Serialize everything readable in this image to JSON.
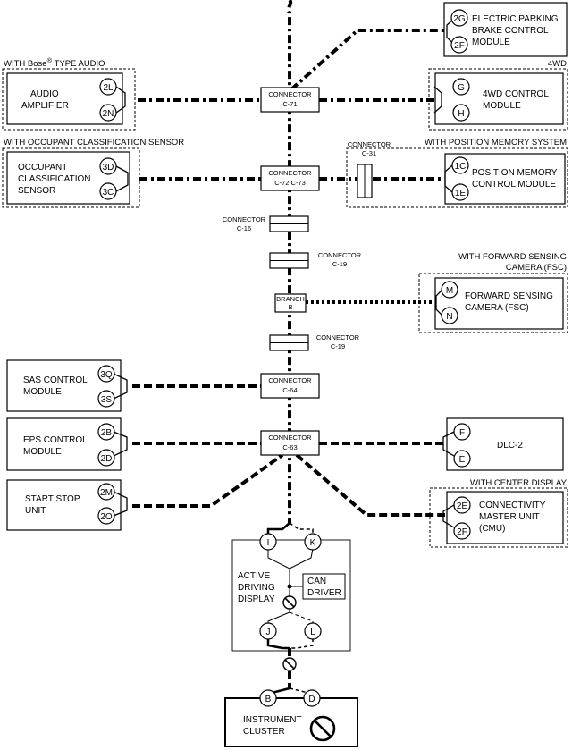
{
  "groups": {
    "bose": "WITH Bose",
    "bose_reg": "®",
    "bose_tail": " TYPE AUDIO",
    "fourwd": "4WD",
    "occupant": "WITH OCCUPANT CLASSIFICATION SENSOR",
    "position": "WITH POSITION MEMORY SYSTEM",
    "fsc1": "WITH FORWARD SENSING",
    "fsc2": "CAMERA (FSC)",
    "center": "WITH CENTER DISPLAY"
  },
  "modules": {
    "epb": [
      "ELECTRIC PARKING",
      "BRAKE CONTROL",
      "MODULE"
    ],
    "audio": [
      "AUDIO",
      "AMPLIFIER"
    ],
    "fourwd": [
      "4WD CONTROL",
      "MODULE"
    ],
    "occupant": [
      "OCCUPANT",
      "CLASSIFICATION",
      "SENSOR"
    ],
    "position": [
      "POSITION MEMORY",
      "CONTROL MODULE"
    ],
    "fsc": [
      "FORWARD SENSING",
      "CAMERA (FSC)"
    ],
    "sas": [
      "SAS CONTROL",
      "MODULE"
    ],
    "eps": [
      "EPS CONTROL",
      "MODULE"
    ],
    "dlc": [
      "DLC-2"
    ],
    "start": [
      "START STOP",
      "UNIT"
    ],
    "cmu": [
      "CONNECTIVITY",
      "MASTER UNIT",
      "(CMU)"
    ],
    "add": [
      "ACTIVE",
      "DRIVING",
      "DISPLAY"
    ],
    "can": [
      "CAN",
      "DRIVER"
    ],
    "cluster": [
      "INSTRUMENT",
      "CLUSTER"
    ]
  },
  "pins": {
    "epb": [
      "2G",
      "2F"
    ],
    "audio": [
      "2L",
      "2N"
    ],
    "fourwd": [
      "G",
      "H"
    ],
    "occupant": [
      "3D",
      "3C"
    ],
    "position": [
      "1C",
      "1E"
    ],
    "fsc": [
      "M",
      "N"
    ],
    "sas": [
      "3Q",
      "3S"
    ],
    "eps": [
      "2B",
      "2D"
    ],
    "dlc": [
      "F",
      "E"
    ],
    "start": [
      "2M",
      "2O"
    ],
    "cmu": [
      "2E",
      "2F"
    ],
    "add_top": [
      "I",
      "K"
    ],
    "add_bottom": [
      "J",
      "L"
    ],
    "cluster": [
      "B",
      "D"
    ]
  },
  "connectors": {
    "c71": [
      "CONNECTOR",
      "C-71"
    ],
    "c72": [
      "CONNECTOR",
      "C-72,C-73"
    ],
    "c31": [
      "CONNECTOR",
      "C-31"
    ],
    "c16": [
      "CONNECTOR",
      "C-16"
    ],
    "c19a": [
      "CONNECTOR",
      "C-19"
    ],
    "branch": [
      "BRANCH",
      "B"
    ],
    "c19b": [
      "CONNECTOR",
      "C-19"
    ],
    "c64": [
      "CONNECTOR",
      "C-64"
    ],
    "c63": [
      "CONNECTOR",
      "C-63"
    ]
  }
}
